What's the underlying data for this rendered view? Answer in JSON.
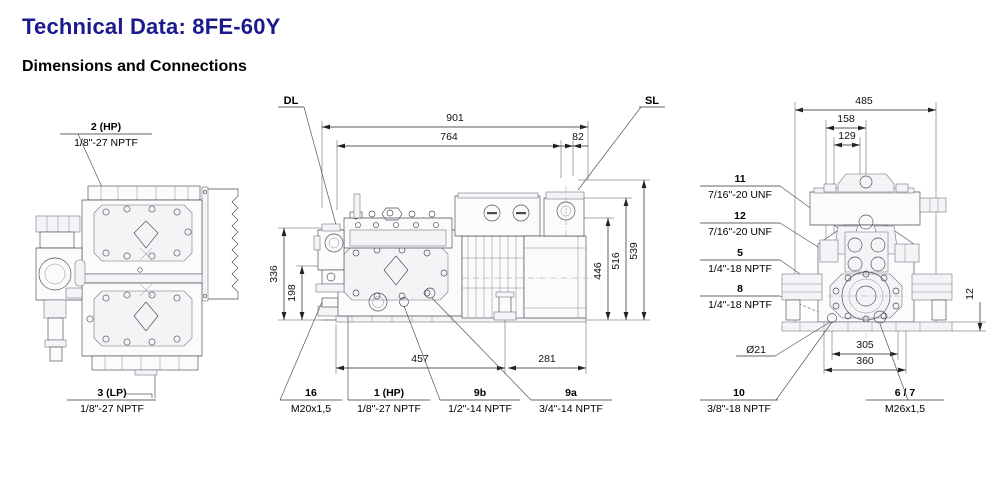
{
  "header": {
    "title": "Technical Data: 8FE-60Y",
    "subtitle": "Dimensions and Connections"
  },
  "views": {
    "left": {
      "name": "end-view-left",
      "callouts": [
        {
          "id": "2",
          "number": "2 (HP)",
          "spec": "1/8\"-27 NPTF"
        },
        {
          "id": "3",
          "number": "3 (LP)",
          "spec": "1/8\"-27 NPTF"
        }
      ]
    },
    "middle": {
      "name": "side-view-middle",
      "tags": [
        {
          "id": "DL",
          "label": "DL"
        },
        {
          "id": "SL",
          "label": "SL"
        }
      ],
      "dimensions": {
        "horizontal_top": [
          {
            "value": "901"
          },
          {
            "value": "764"
          },
          {
            "value": "82"
          }
        ],
        "horizontal_bottom": [
          {
            "value": "457"
          },
          {
            "value": "281"
          }
        ],
        "vertical_left": [
          {
            "value": "336"
          },
          {
            "value": "198"
          }
        ],
        "vertical_right": [
          {
            "value": "446"
          },
          {
            "value": "516"
          },
          {
            "value": "539"
          }
        ]
      },
      "callouts": [
        {
          "id": "16",
          "number": "16",
          "spec": "M20x1,5"
        },
        {
          "id": "1",
          "number": "1 (HP)",
          "spec": "1/8\"-27 NPTF"
        },
        {
          "id": "9b",
          "number": "9b",
          "spec": "1/2\"-14 NPTF"
        },
        {
          "id": "9a",
          "number": "9a",
          "spec": "3/4\"-14 NPTF"
        }
      ]
    },
    "right": {
      "name": "front-view-right",
      "dimensions": {
        "horizontal_top": [
          {
            "value": "485"
          },
          {
            "value": "158"
          },
          {
            "value": "129"
          }
        ],
        "horizontal_bottom": [
          {
            "value": "305"
          },
          {
            "value": "360"
          }
        ],
        "vertical_right": [
          {
            "value": "12"
          }
        ],
        "notes": [
          {
            "value": "Ø21"
          }
        ]
      },
      "callouts": [
        {
          "id": "11",
          "number": "11",
          "spec": "7/16\"-20 UNF"
        },
        {
          "id": "12",
          "number": "12",
          "spec": "7/16\"-20 UNF"
        },
        {
          "id": "5",
          "number": "5",
          "spec": "1/4\"-18 NPTF"
        },
        {
          "id": "8",
          "number": "8",
          "spec": "1/4\"-18 NPTF"
        },
        {
          "id": "10",
          "number": "10",
          "spec": "3/8\"-18 NPTF"
        },
        {
          "id": "6_7",
          "number": "6 / 7",
          "spec": "M26x1,5"
        }
      ]
    }
  },
  "colors": {
    "title": "#1a1a8c",
    "text": "#000000",
    "line": "#4a4a55",
    "dimension": "#222222"
  }
}
